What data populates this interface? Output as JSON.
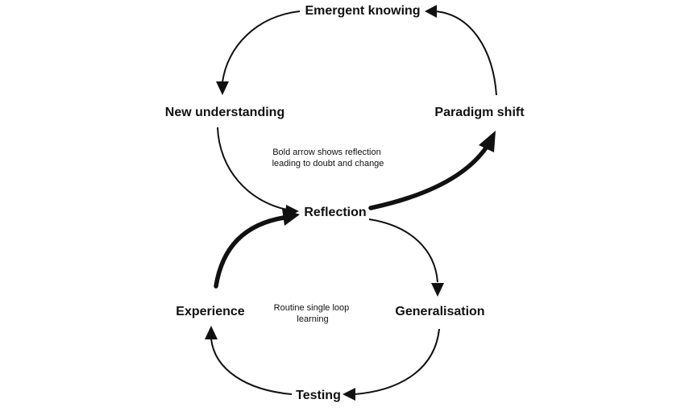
{
  "nodes": {
    "emergent_knowing": "Emergent knowing",
    "new_understanding": "New understanding",
    "paradigm_shift": "Paradigm shift",
    "reflection": "Reflection",
    "experience": "Experience",
    "generalisation": "Generalisation",
    "testing": "Testing"
  },
  "notes": {
    "bold_arrow": [
      "Bold arrow shows reflection",
      "leading to doubt and change"
    ],
    "single_loop": [
      "Routine single loop",
      "learning"
    ]
  },
  "colors": {
    "ink": "#111111",
    "background": "#ffffff"
  }
}
